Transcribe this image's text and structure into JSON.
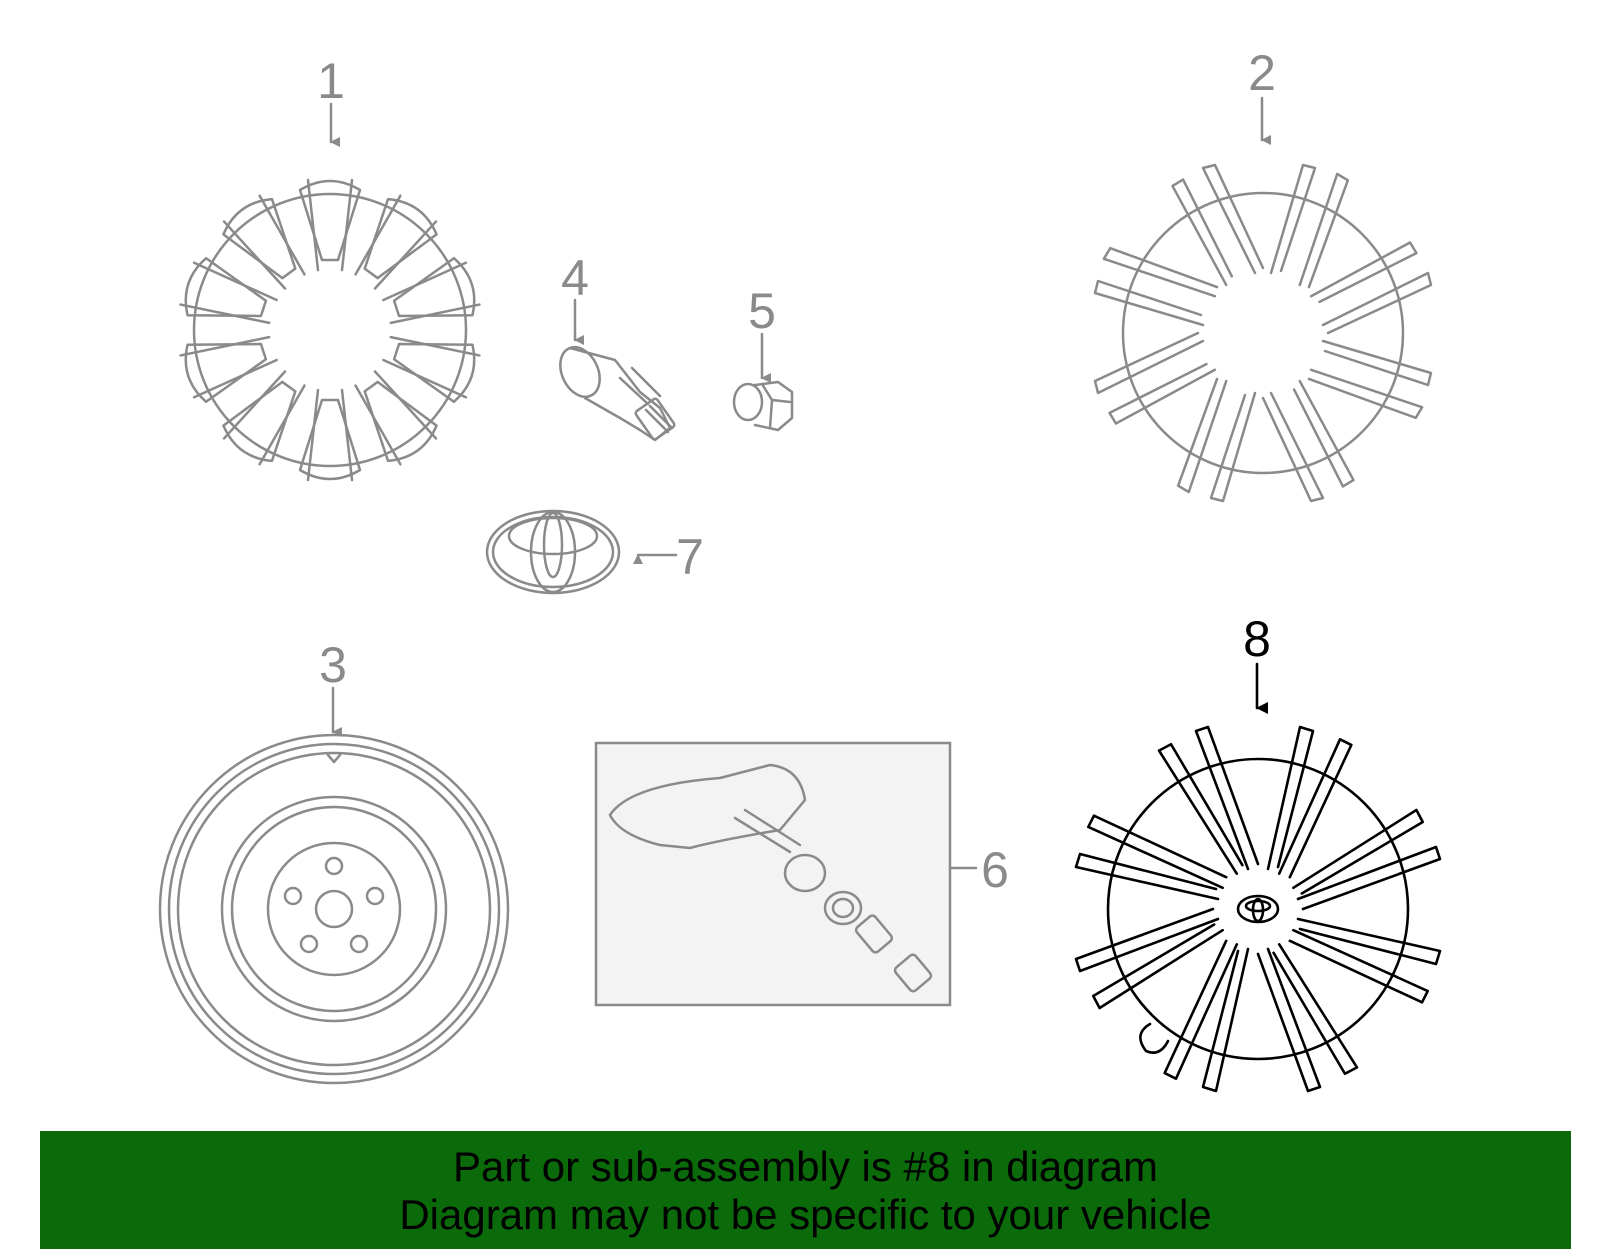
{
  "callouts": {
    "c1": "1",
    "c2": "2",
    "c3": "3",
    "c4": "4",
    "c5": "5",
    "c6": "6",
    "c7": "7",
    "c8": "8"
  },
  "highlight_color": "#000000",
  "part_color": "#8a8a8a",
  "banner": {
    "line1": "Part or sub-assembly is #8 in diagram",
    "line2": "Diagram may not be specific to your vehicle",
    "background": "#0b6b0b"
  }
}
